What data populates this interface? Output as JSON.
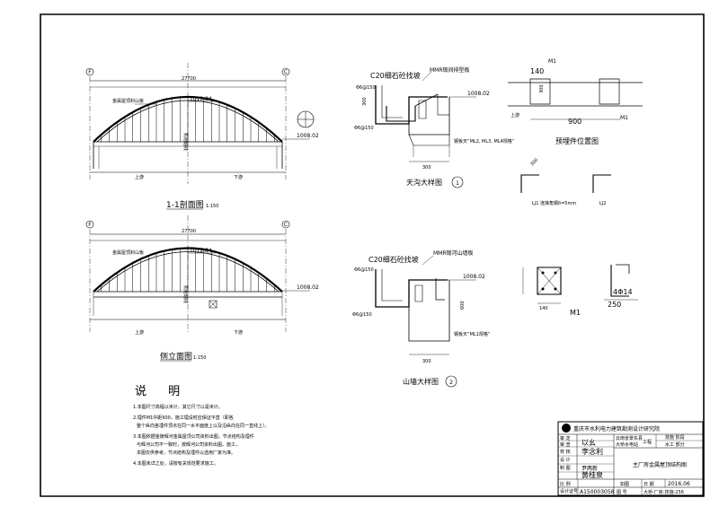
{
  "drawing": {
    "section_title": "1-1剖面图",
    "section_scale": "1:150",
    "elevation_title": "侧立面图",
    "elevation_scale": "1:150",
    "dim_span": "27700",
    "elev_top": "1012.84",
    "elev_eave": "1008.02",
    "label_roof_board": "金属屋顶封山板",
    "label_axis": "机组轴线",
    "label_up": "上游",
    "label_down": "下游",
    "axis_f": "F",
    "axis_c": "C",
    "gutter_title": "天沟大样图",
    "gutter_num": "1",
    "gable_title": "山墙大样图",
    "gable_num": "2",
    "embed_title": "预埋件位置图",
    "c20": "C20细石砼找坡",
    "mmr_gutter": "MMR锻间排型板",
    "mmr_gable": "MMR锻河山墙板",
    "phi6": "Φ6@150",
    "dim_300": "300",
    "dim_600": "600",
    "dim_900": "900",
    "dim_140": "140",
    "dim_250": "250",
    "m1": "M1",
    "gutter_note": "钢板天“ML2, ML3, ML4规格”",
    "gable_note": "钢板天“ML1规格”",
    "lj_note": "LJ1  连接角钢δ=5mm",
    "lj2": "LJ2",
    "bar": "4Φ14"
  },
  "notes": {
    "heading": "说 明",
    "items": [
      "1.本图尺寸高程以米计，其它尺寸以毫米计。",
      "2.埋件M1中距900，施工埋设时应保证平直（即各",
      "整个纵向各埋件顶点在同一水平面度上以及沿纵向在同一直线上）。",
      "3.本图依据金陵辉河金属屋顶公司资料出图，节点结构及埋件",
      "与辉河公司不一致时，按辉河公司资料出图。施工，",
      "本图仅供参考，节点结构及埋件以选用厂家为准。",
      "4.本图未详之处，请按有关规范要求施工。"
    ]
  },
  "title_block": {
    "institute": "重庆市水利电力建筑勘测设计研究院",
    "project_line1": "云南省景东县",
    "project_line2": "大桥水电站",
    "stage": "工程",
    "stage2": "技施 阶段",
    "dept": "水工 部分",
    "drawing_name": "主厂房金属屋顶结构图",
    "roles": [
      "审 定",
      "审 查",
      "校 核",
      "设 计",
      "制 图",
      "设计证号"
    ],
    "sign_1": "以幺",
    "sign_2": "李念利",
    "sign_3": "尹两新",
    "sign_4": "黄桂泉",
    "scale_label": "比 例",
    "scale_value": "如图",
    "date_label": "日 期",
    "date_value": "2016.06",
    "cert_no": "A150003058",
    "drawing_no_label": "图 号",
    "drawing_no": "大桥-厂房-技施-256"
  }
}
